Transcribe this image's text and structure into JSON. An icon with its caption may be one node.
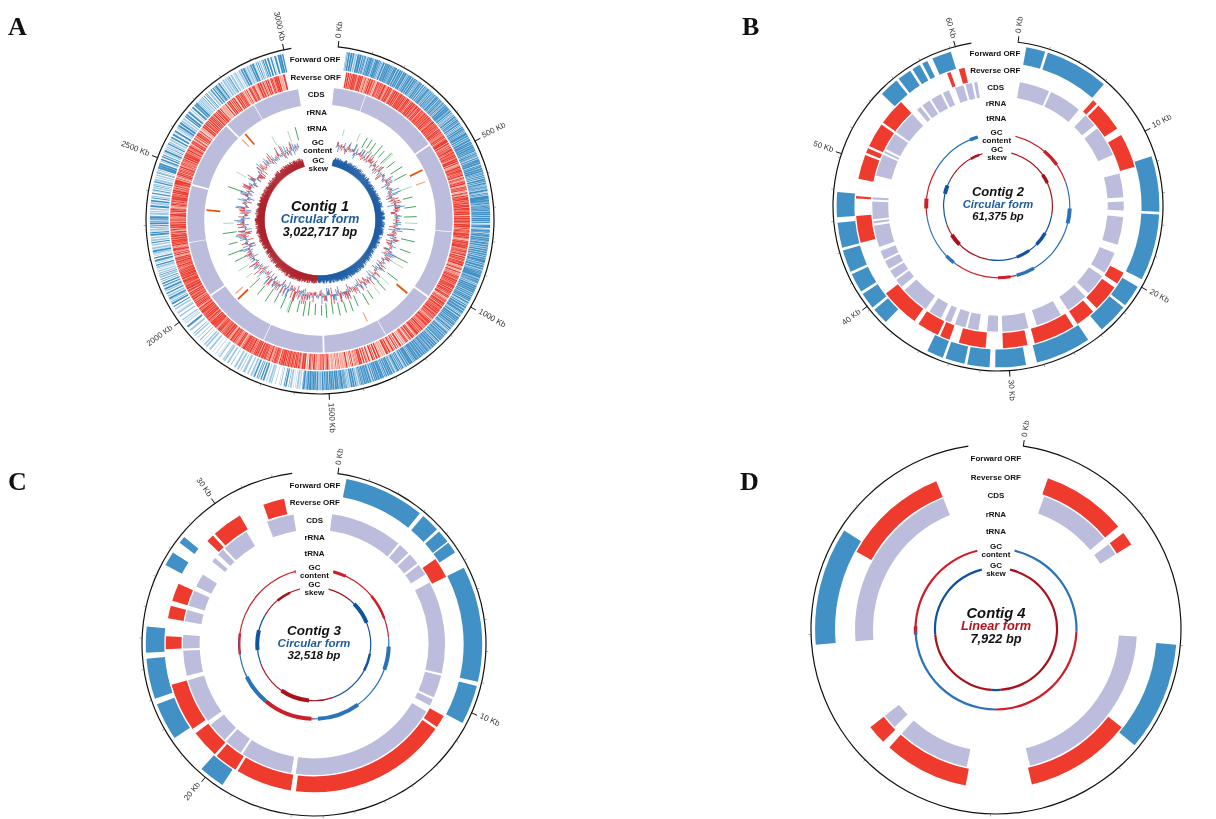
{
  "diagram": {
    "labels": [
      "A",
      "0 Kb",
      "500 Kb",
      "1000 Kb",
      "1500 Kb",
      "2000 Kb",
      "2500 Kb",
      "3000 Kb",
      "Forward ORF",
      "Reverse ORF",
      "CDS",
      "rRNA",
      "tRNA",
      "GC content",
      "GC skew",
      "Contig 1",
      "Circular form",
      "3,022,717 bp",
      "B",
      "0 Kb",
      "10 Kb",
      "20 Kb",
      "30 Kb",
      "40 Kb",
      "50 Kb",
      "60 Kb",
      "Forward ORF",
      "Reverse ORF",
      "CDS",
      "rRNA",
      "tRNA",
      "GC content",
      "GC skew",
      "Contig 2",
      "Circular form",
      "61,375 bp",
      "C",
      "0 Kb",
      "10 Kb",
      "20 Kb",
      "30 Kb",
      "Forward ORF",
      "Reverse ORF",
      "CDS",
      "rRNA",
      "tRNA",
      "GC content",
      "GC skew",
      "Contig 3",
      "Circular form",
      "32,518 bp",
      "D",
      "0 Kb",
      "Forward ORF",
      "Reverse ORF",
      "CDS",
      "rRNA",
      "tRNA",
      "GC content",
      "GC skew",
      "Contig 4",
      "Linear form",
      "7,922 bp"
    ]
  }
}
